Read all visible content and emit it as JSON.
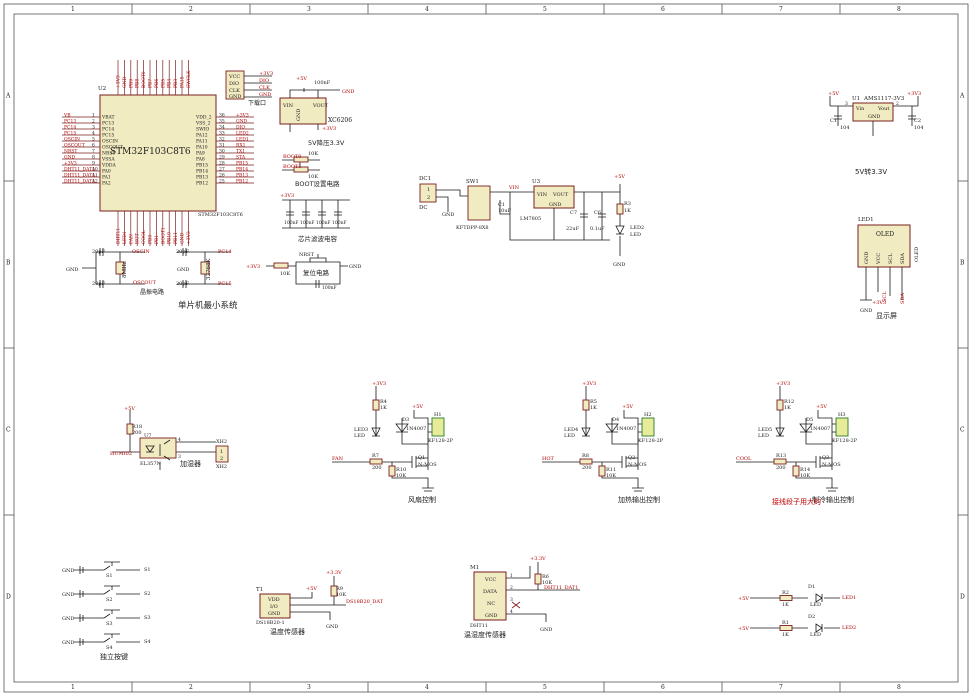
{
  "border": {
    "columns": [
      "1",
      "2",
      "3",
      "4",
      "5",
      "6",
      "7",
      "8"
    ],
    "rows": [
      "A",
      "B",
      "C",
      "D"
    ]
  },
  "mcu": {
    "ref": "U2",
    "name": "STM32F103C8T6",
    "subname": "STM32F103C8T6",
    "caption": "单片机最小系统",
    "left_pins": [
      {
        "net": "VB",
        "name": "VBAT",
        "num": "1"
      },
      {
        "net": "PC13",
        "name": "PC13",
        "num": "2"
      },
      {
        "net": "PC14",
        "name": "PC14",
        "num": "3"
      },
      {
        "net": "PC15",
        "name": "PC15",
        "num": "4"
      },
      {
        "net": "OSCIN",
        "name": "OSCIN",
        "num": "5"
      },
      {
        "net": "OSCOUT",
        "name": "OSCOUT",
        "num": "6"
      },
      {
        "net": "NRST",
        "name": "NRST",
        "num": "7"
      },
      {
        "net": "GND",
        "name": "VSSA",
        "num": "8"
      },
      {
        "net": "+3V3",
        "name": "VDDA",
        "num": "9"
      },
      {
        "net": "DHT11_DATA",
        "name": "PA0",
        "num": "10"
      },
      {
        "net": "DHT11_DATA",
        "name": "PA1",
        "num": "11"
      },
      {
        "net": "DHT11_DATA",
        "name": "PA2",
        "num": "12"
      }
    ],
    "right_pins": [
      {
        "num": "36",
        "name": "VDD_2",
        "net": "+3V3"
      },
      {
        "num": "35",
        "name": "VSS_2",
        "net": "GND"
      },
      {
        "num": "34",
        "name": "SWIO",
        "net": "DIO"
      },
      {
        "num": "33",
        "name": "PA12",
        "net": "LED2"
      },
      {
        "num": "32",
        "name": "PA11",
        "net": "LED1"
      },
      {
        "num": "31",
        "name": "PA10",
        "net": "RX1"
      },
      {
        "num": "30",
        "name": "PA9",
        "net": "TX1"
      },
      {
        "num": "29",
        "name": "PA8",
        "net": "STA"
      },
      {
        "num": "28",
        "name": "PB15",
        "net": "PB15"
      },
      {
        "num": "27",
        "name": "PB14",
        "net": "PB14"
      },
      {
        "num": "26",
        "name": "PB13",
        "net": "PB13"
      },
      {
        "num": "25",
        "name": "PB12",
        "net": "PB12"
      }
    ],
    "top_nets": [
      "+3V3",
      "GND",
      "PB9",
      "PB8",
      "BOOT0",
      "PB7",
      "PB6",
      "PB5",
      "PB4",
      "PB3",
      "PA15",
      "SWCLK"
    ],
    "bottom_nets": [
      "DHT11",
      "LED1",
      "FAN",
      "HOT",
      "COOL",
      "PB0",
      "PB1",
      "BOOT1",
      "PB10",
      "PB11",
      "GND",
      "+3V3"
    ]
  },
  "debug_header": {
    "caption": "下载口",
    "pins": [
      "VCC",
      "DIO",
      "CLK",
      "GND"
    ],
    "nets": [
      "+3V3",
      "DIO",
      "CLK",
      "GND"
    ]
  },
  "xc6206": {
    "name": "XC6206",
    "caption": "5V降压3.3V",
    "pins": [
      "VIN",
      "VOUT",
      "GND"
    ],
    "cap": "100nF",
    "net_in": "+5V",
    "net_out": "+3V3",
    "net_gnd": "GND"
  },
  "boot": {
    "caption": "BOOT设置电路",
    "r1": "10K",
    "r2": "10K",
    "net1": "BOOT0",
    "net2": "BOOT1"
  },
  "decoupling": {
    "caption": "芯片滤波电容",
    "net": "+3V3",
    "caps": [
      "100nF",
      "100nF",
      "100nF",
      "100nF"
    ]
  },
  "crystal": {
    "caption": "晶振电路",
    "main_freq": "8MHz",
    "rtc_freq": "32768K",
    "cap": "20pF",
    "nets": [
      "OSCIN",
      "OSCOUT",
      "PC14",
      "PC15",
      "GND"
    ]
  },
  "reset": {
    "caption": "复位电路",
    "r": "10K",
    "cap": "100nF",
    "button": "NRST",
    "net_vcc": "+3V3",
    "net_gnd": "GND"
  },
  "power_in": {
    "dc": "DC1",
    "dc_label": "DC",
    "switch": "SW1",
    "switch_model": "KFTDPP-8X8",
    "reg": "U3",
    "reg_name": "LM7805",
    "reg_pins": [
      "VIN",
      "VOUT",
      "GND"
    ],
    "c_in": "C1",
    "c_in_val": "10uF",
    "c_out": "C7",
    "c_out_val": "22uF",
    "c_out2": "C6",
    "c_out2_val": "0.1uF",
    "r": "R3",
    "r_val": "1K",
    "led": "LED2",
    "led_val": "LED",
    "net_in": "VIN",
    "net_out": "+5V",
    "net_gnd": "GND"
  },
  "ams1117": {
    "ref": "U1",
    "name": "AMS1117-3V3",
    "pins": [
      "Vin",
      "Vout",
      "GND"
    ],
    "pin_nums": [
      "3",
      "2",
      "1"
    ],
    "c1": "C1",
    "c1_val": "104",
    "c2": "C2",
    "c2_val": "104",
    "net_in": "+5V",
    "net_out": "+3V3",
    "caption": "5V转3.3V"
  },
  "oled": {
    "ref": "LED1",
    "name": "OLED",
    "pins": [
      "GND",
      "VCC",
      "SCL",
      "SDA"
    ],
    "nets": [
      "GND",
      "+3V3",
      "SCL",
      "SDA"
    ],
    "caption": "显示屏"
  },
  "humidifier": {
    "caption": "加湿器",
    "r": "R18",
    "r_val": "200",
    "opto": "U7",
    "opto_name": "EL357N",
    "connector": "XH2",
    "net_ctrl": "HUMI02",
    "net_vcc": "+5V",
    "pin_nums": [
      "1",
      "2",
      "3",
      "4"
    ]
  },
  "fan": {
    "caption": "风扇控制",
    "net_ctrl": "FAN",
    "r_base": "R7",
    "r_base_val": "200",
    "r_led": "R4",
    "r_led_val": "1K",
    "r_pull": "R10",
    "r_pull_val": "10K",
    "diode": "D3",
    "diode_val": "1N4007",
    "led": "LED3",
    "led_val": "LED",
    "mos": "Q1",
    "mos_val": "N-MOS",
    "conn": "H1",
    "conn_val": "KF128-2P",
    "net_vcc": "+3V3",
    "net_5v": "+5V"
  },
  "heater": {
    "caption": "加热输出控制",
    "net_ctrl": "HOT",
    "r_base": "R8",
    "r_base_val": "200",
    "r_led": "R5",
    "r_led_val": "1K",
    "r_pull": "R11",
    "r_pull_val": "10K",
    "diode": "D4",
    "diode_val": "1N4007",
    "led": "LED4",
    "led_val": "LED",
    "mos": "Q2",
    "mos_val": "N-MOS",
    "conn": "H2",
    "conn_val": "KF128-2P",
    "net_vcc": "+3V3",
    "net_5v": "+5V"
  },
  "cooler": {
    "caption": "制冷输出控制",
    "note": "接线段子用大的",
    "net_ctrl": "COOL",
    "r_base": "R13",
    "r_base_val": "200",
    "r_led": "R12",
    "r_led_val": "1K",
    "r_pull": "R14",
    "r_pull_val": "10K",
    "diode": "D5",
    "diode_val": "1N4007",
    "led": "LED5",
    "led_val": "LED",
    "mos": "Q3",
    "mos_val": "N-MOS",
    "conn": "H3",
    "conn_val": "KF128-2P",
    "net_vcc": "+3V3",
    "net_5v": "+5V"
  },
  "keys": {
    "caption": "独立按键",
    "items": [
      {
        "ref": "S1",
        "net": "S1"
      },
      {
        "ref": "S2",
        "net": "S2"
      },
      {
        "ref": "S3",
        "net": "S3"
      },
      {
        "ref": "S4",
        "net": "S4"
      }
    ],
    "gnd": "GND"
  },
  "ds18b20": {
    "ref": "T1",
    "name": "DS18B20-1",
    "caption": "温度传感器",
    "pins": [
      "VDD",
      "I/O",
      "GND"
    ],
    "r": "R9",
    "r_val": "10K",
    "net_data": "DS18B20_DAT",
    "net_vcc": "+5V",
    "net_vcc2": "+3.3V",
    "net_gnd": "GND"
  },
  "dht11": {
    "ref": "M1",
    "name": "DHT11",
    "caption": "温湿度传感器",
    "pins": [
      "VCC",
      "DATA",
      "NC",
      "GND"
    ],
    "pin_nums": [
      "1",
      "2",
      "3",
      "4"
    ],
    "r": "R6",
    "r_val": "10K",
    "net_data": "DHT11_DAT1",
    "net_vcc": "+3.3V",
    "net_gnd": "GND"
  },
  "status_leds": {
    "items": [
      {
        "r": "R2",
        "r_val": "1K",
        "led": "D1",
        "led_val": "LED",
        "net": "LED1"
      },
      {
        "r": "R1",
        "r_val": "1K",
        "led": "D2",
        "led_val": "LED",
        "net": "LED2"
      }
    ],
    "net_vcc": "+5V"
  }
}
